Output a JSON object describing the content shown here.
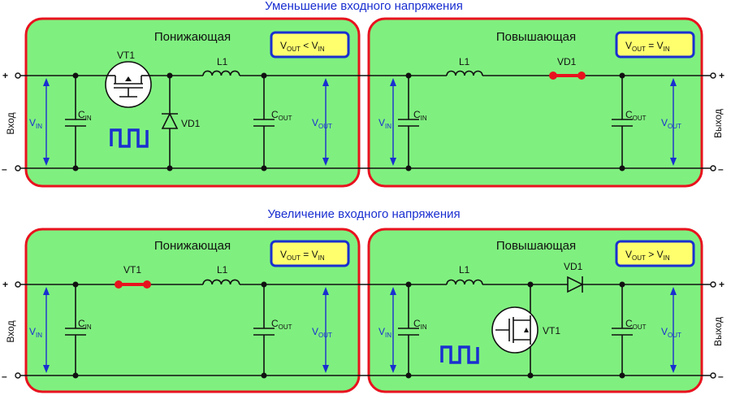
{
  "top": {
    "title": "Уменьшение входного напряжения",
    "buck": {
      "title": "Понижающая",
      "badge": {
        "base": "V",
        "sub1": "OUT",
        "op": " < ",
        "sub2": "IN"
      },
      "vt": "VT1",
      "l": "L1",
      "vd": "VD1"
    },
    "boost": {
      "title": "Повышающая",
      "badge": {
        "base": "V",
        "sub1": "OUT",
        "op": " = ",
        "sub2": "IN"
      },
      "l": "L1",
      "vd": "VD1"
    }
  },
  "bottom": {
    "title": "Увеличение входного напряжения",
    "buck": {
      "title": "Понижающая",
      "badge": {
        "base": "V",
        "sub1": "OUT",
        "op": " = ",
        "sub2": "IN"
      },
      "vt": "VT1",
      "l": "L1"
    },
    "boost": {
      "title": "Повышающая",
      "badge": {
        "base": "V",
        "sub1": "OUT",
        "op": " > ",
        "sub2": "IN"
      },
      "l": "L1",
      "vd": "VD1",
      "vt": "VT1"
    }
  },
  "labels": {
    "input": "Вход",
    "output": "Выход",
    "v": "V",
    "in": "IN",
    "out": "OUT",
    "c": "C",
    "plus": "+",
    "minus": "–"
  },
  "colors": {
    "panel_fill": "#7ff07f",
    "panel_stroke": "#e8121e",
    "badge_fill": "#ffff6e",
    "badge_stroke": "#1a2fd0",
    "accent": "#1a2fd0",
    "short_link": "#e8121e"
  }
}
